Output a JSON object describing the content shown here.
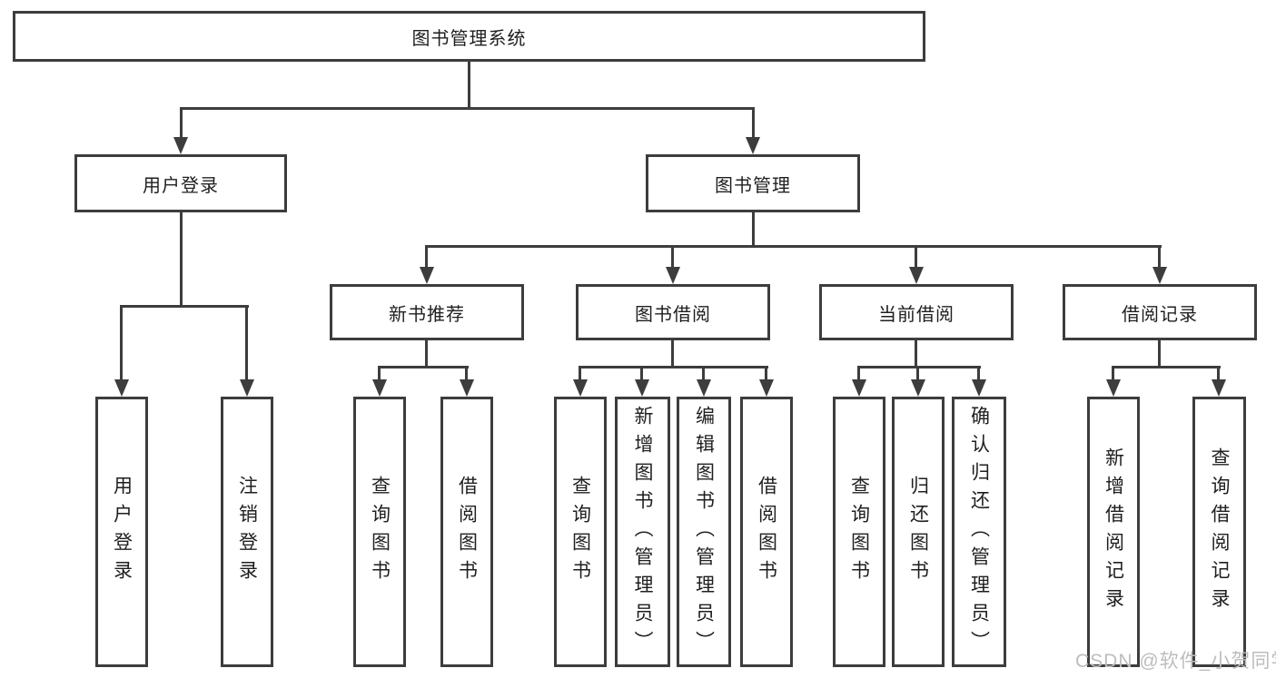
{
  "tree": {
    "root": {
      "label": "图书管理系统"
    },
    "children": [
      {
        "label": "用户登录",
        "children": [
          {
            "label": "用户登录"
          },
          {
            "label": "注销登录"
          }
        ]
      },
      {
        "label": "图书管理",
        "children": [
          {
            "label": "新书推荐",
            "children": [
              {
                "label": "查询图书"
              },
              {
                "label": "借阅图书"
              }
            ]
          },
          {
            "label": "图书借阅",
            "children": [
              {
                "label": "查询图书"
              },
              {
                "label": "新增图书（管理员）"
              },
              {
                "label": "编辑图书（管理员）"
              },
              {
                "label": "借阅图书"
              }
            ]
          },
          {
            "label": "当前借阅",
            "children": [
              {
                "label": "查询图书"
              },
              {
                "label": "归还图书"
              },
              {
                "label": "确认归还（管理员）"
              }
            ]
          },
          {
            "label": "借阅记录",
            "children": [
              {
                "label": "新增借阅记录"
              },
              {
                "label": "查询借阅记录"
              }
            ]
          }
        ]
      }
    ]
  },
  "watermark": {
    "text": "CSDN @软件_小贺同学"
  },
  "colors": {
    "line": "#3d3d3d",
    "text": "#1f1f1f",
    "box_fill": "#ffffff",
    "background": "#ffffff",
    "watermark": "#bdbdbd"
  }
}
